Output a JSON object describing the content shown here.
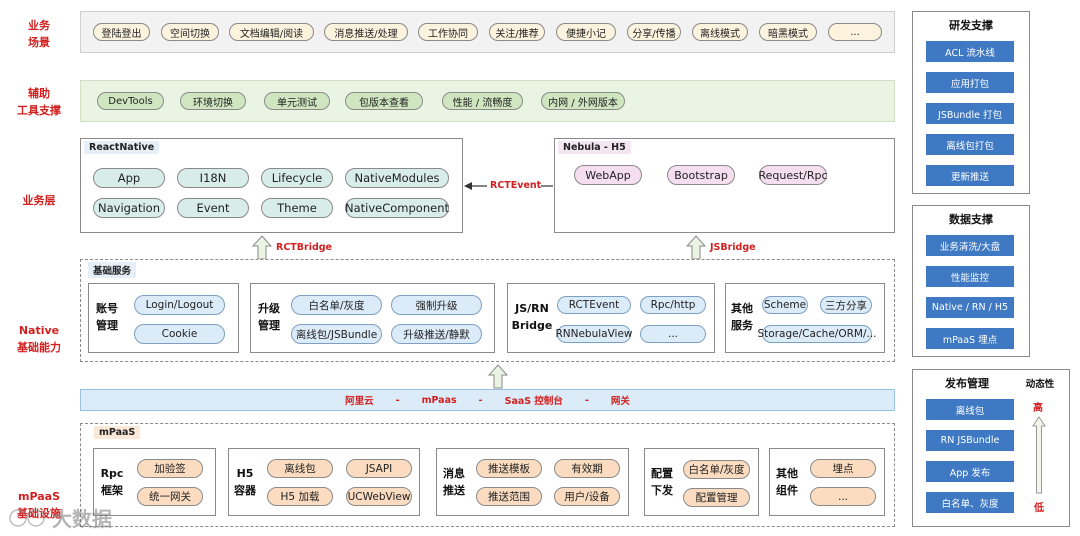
{
  "row_labels": {
    "business_scene": [
      "业务",
      "场景"
    ],
    "aux_tools": [
      "辅助",
      "工具支撑"
    ],
    "business_layer": "业务层",
    "native": [
      "Native",
      "基础能力"
    ],
    "mpaas": [
      "mPaaS",
      "基础设施"
    ]
  },
  "business_scenes": [
    "登陆登出",
    "空间切换",
    "文档编辑/阅读",
    "消息推送/处理",
    "工作协同",
    "关注/推荐",
    "便捷小记",
    "分享/传播",
    "离线模式",
    "暗黑模式",
    "..."
  ],
  "aux_tools": [
    "DevTools",
    "环境切换",
    "单元测试",
    "包版本查看",
    "性能 / 流畅度",
    "内网 / 外网版本"
  ],
  "react_native": {
    "title": "ReactNative",
    "items": [
      "App",
      "I18N",
      "Lifecycle",
      "NativeModules",
      "Navigation",
      "Event",
      "Theme",
      "NativeComponent"
    ]
  },
  "nebula": {
    "title": "Nebula - H5",
    "items": [
      "WebApp",
      "Bootstrap",
      "Request/Rpc"
    ]
  },
  "links": {
    "rct_event": "RCTEvent",
    "rct_bridge": "RCTBridge",
    "js_bridge": "JSBridge"
  },
  "basic_services": {
    "title": "基础服务",
    "account": {
      "label": [
        "账号",
        "管理"
      ],
      "items": [
        "Login/Logout",
        "Cookie"
      ]
    },
    "upgrade": {
      "label": [
        "升级",
        "管理"
      ],
      "items": [
        "白名单/灰度",
        "强制升级",
        "离线包/JSBundle",
        "升级推送/静默"
      ]
    },
    "bridge": {
      "label": [
        "JS/RN",
        "Bridge"
      ],
      "items": [
        "RCTEvent",
        "Rpc/http",
        "RNNebulaView",
        "..."
      ]
    },
    "other": {
      "label": [
        "其他",
        "服务"
      ],
      "items": [
        "Scheme",
        "三方分享",
        "Storage/Cache/ORM/..."
      ]
    }
  },
  "cloud_bar": [
    "阿里云",
    "-",
    "mPaas",
    "-",
    "SaaS 控制台",
    "-",
    "网关"
  ],
  "mpaas": {
    "title": "mPaaS",
    "rpc": {
      "label": [
        "Rpc",
        "框架"
      ],
      "items": [
        "加验签",
        "统一网关"
      ]
    },
    "h5": {
      "label": [
        "H5",
        "容器"
      ],
      "items": [
        "离线包",
        "JSAPI",
        "H5 加载",
        "UCWebView"
      ]
    },
    "msg": {
      "label": [
        "消息",
        "推送"
      ],
      "items": [
        "推送模板",
        "有效期",
        "推送范围",
        "用户/设备"
      ]
    },
    "config": {
      "label": [
        "配置",
        "下发"
      ],
      "items": [
        "白名单/灰度",
        "配置管理"
      ]
    },
    "other": {
      "label": [
        "其他",
        "组件"
      ],
      "items": [
        "埋点",
        "..."
      ]
    }
  },
  "side": {
    "dev": {
      "title": "研发支撑",
      "items": [
        "ACL 流水线",
        "应用打包",
        "JSBundle 打包",
        "离线包打包",
        "更新推送"
      ]
    },
    "data": {
      "title": "数据支撑",
      "items": [
        "业务清洗/大盘",
        "性能监控",
        "Native / RN / H5",
        "mPaaS 埋点"
      ]
    },
    "release": {
      "title": "发布管理",
      "dynamic_label": "动态性",
      "high": "高",
      "low": "低",
      "items": [
        "离线包",
        "RN JSBundle",
        "App 发布",
        "白名单、灰度"
      ]
    }
  },
  "watermark": "大数据",
  "colors": {
    "accent_red": "#d21f1f",
    "side_blue": "#3f79c3"
  }
}
